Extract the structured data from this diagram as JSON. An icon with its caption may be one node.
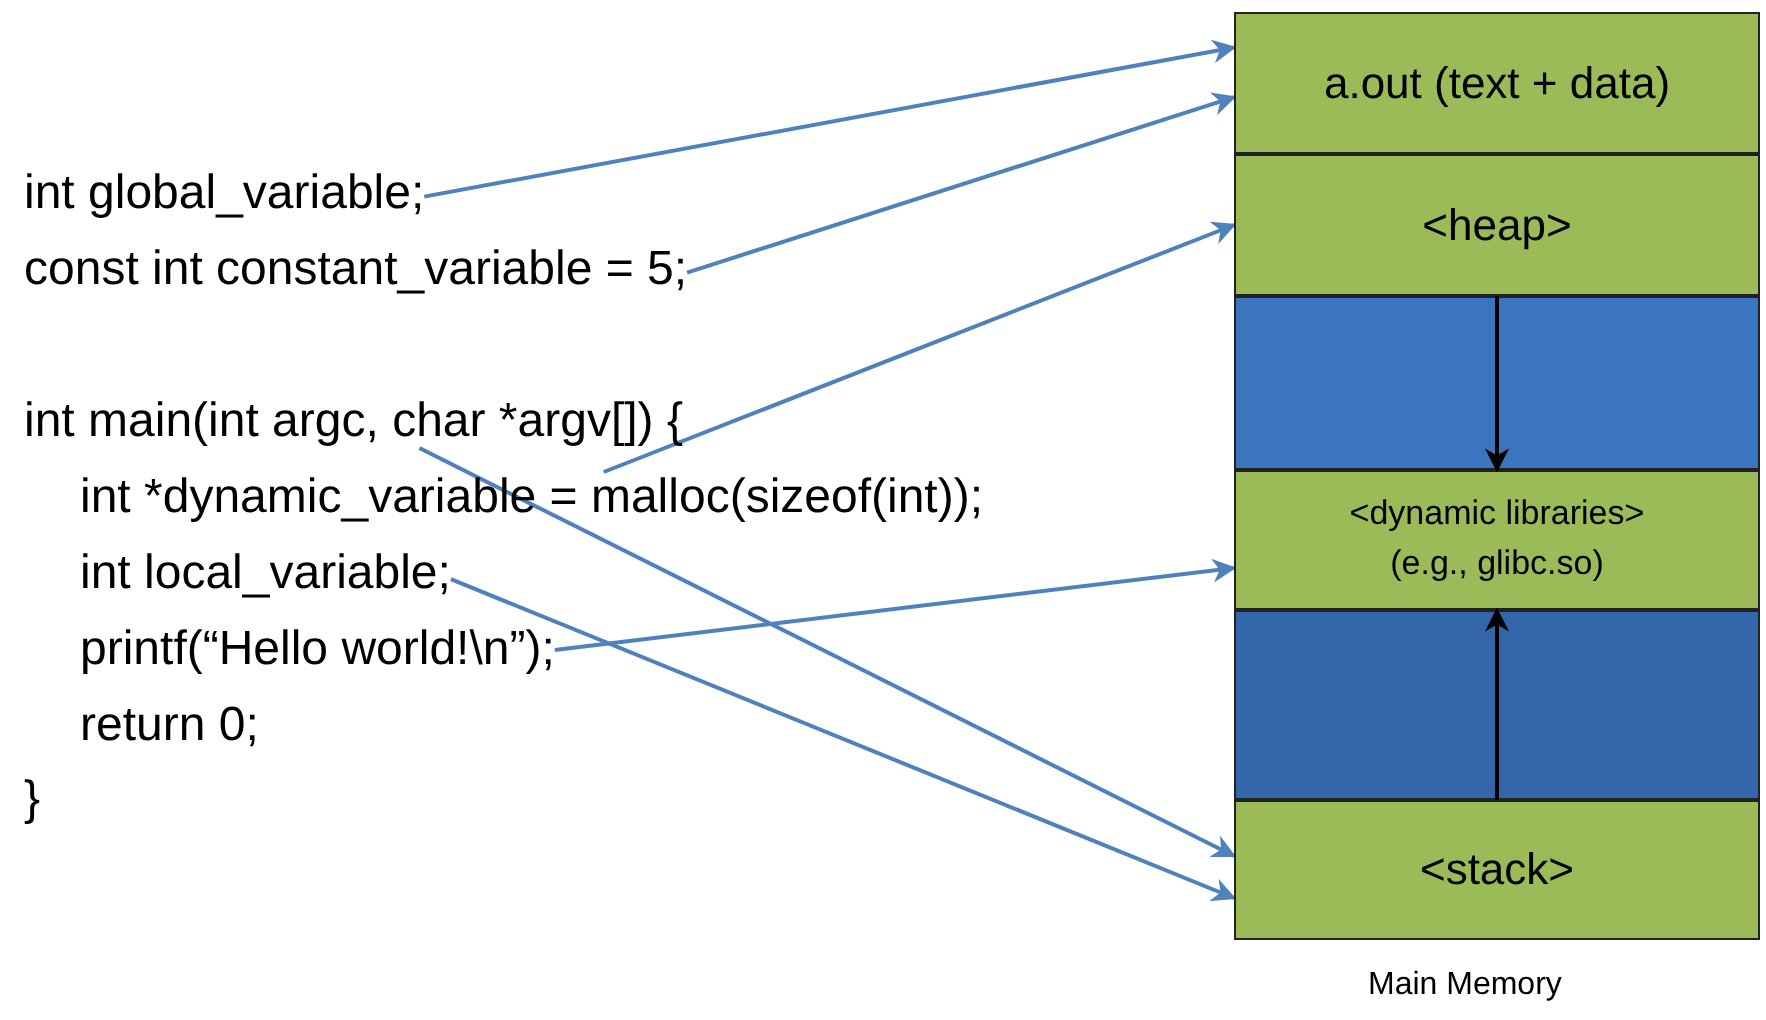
{
  "diagram": {
    "nodes": [
      {
        "text": [
          "a.out (text + data)"
        ]
      },
      {
        "text": [
          "<heap>"
        ]
      },
      {
        "text": [],
        "shape": "box"
      },
      {
        "text": [
          "<dynamic libraries> (e.g., glibc.so)"
        ]
      },
      {
        "text": [],
        "shape": "box"
      },
      {
        "text": [
          "<stack>"
        ]
      },
      {
        "text": [
          "int global_variable;"
        ]
      },
      {
        "text": [
          "const int constant_variable = 5;"
        ]
      },
      {
        "text": [
          "int main(int argc, char *argv[]) {"
        ]
      },
      {
        "text": [
          "int *dynamic_variable = malloc(sizeof(int));"
        ]
      },
      {
        "text": [
          "int local_variable;"
        ]
      },
      {
        "text": [
          "printf(“Hello world!\\n”);"
        ]
      },
      {
        "text": [
          "return 0;"
        ]
      }
    ],
    "edges": [
      {
        "from": 6,
        "to": 0,
        "arrow": "to"
      },
      {
        "from": 7,
        "to": 0,
        "arrow": "to"
      },
      {
        "from": 9,
        "to": 1,
        "arrow": "to"
      },
      {
        "from": 8,
        "to": 5,
        "arrow": "to"
      },
      {
        "from": 10,
        "to": 5,
        "arrow": "to"
      },
      {
        "from": 11,
        "to": 3,
        "arrow": "to"
      },
      {
        "from": 2,
        "to": 3,
        "arrow": "to",
        "color": "#000000"
      },
      {
        "from": 4,
        "to": 3,
        "arrow": "to",
        "color": "#000000"
      }
    ],
    "labels": [
      "}",
      "Main Memory"
    ]
  }
}
